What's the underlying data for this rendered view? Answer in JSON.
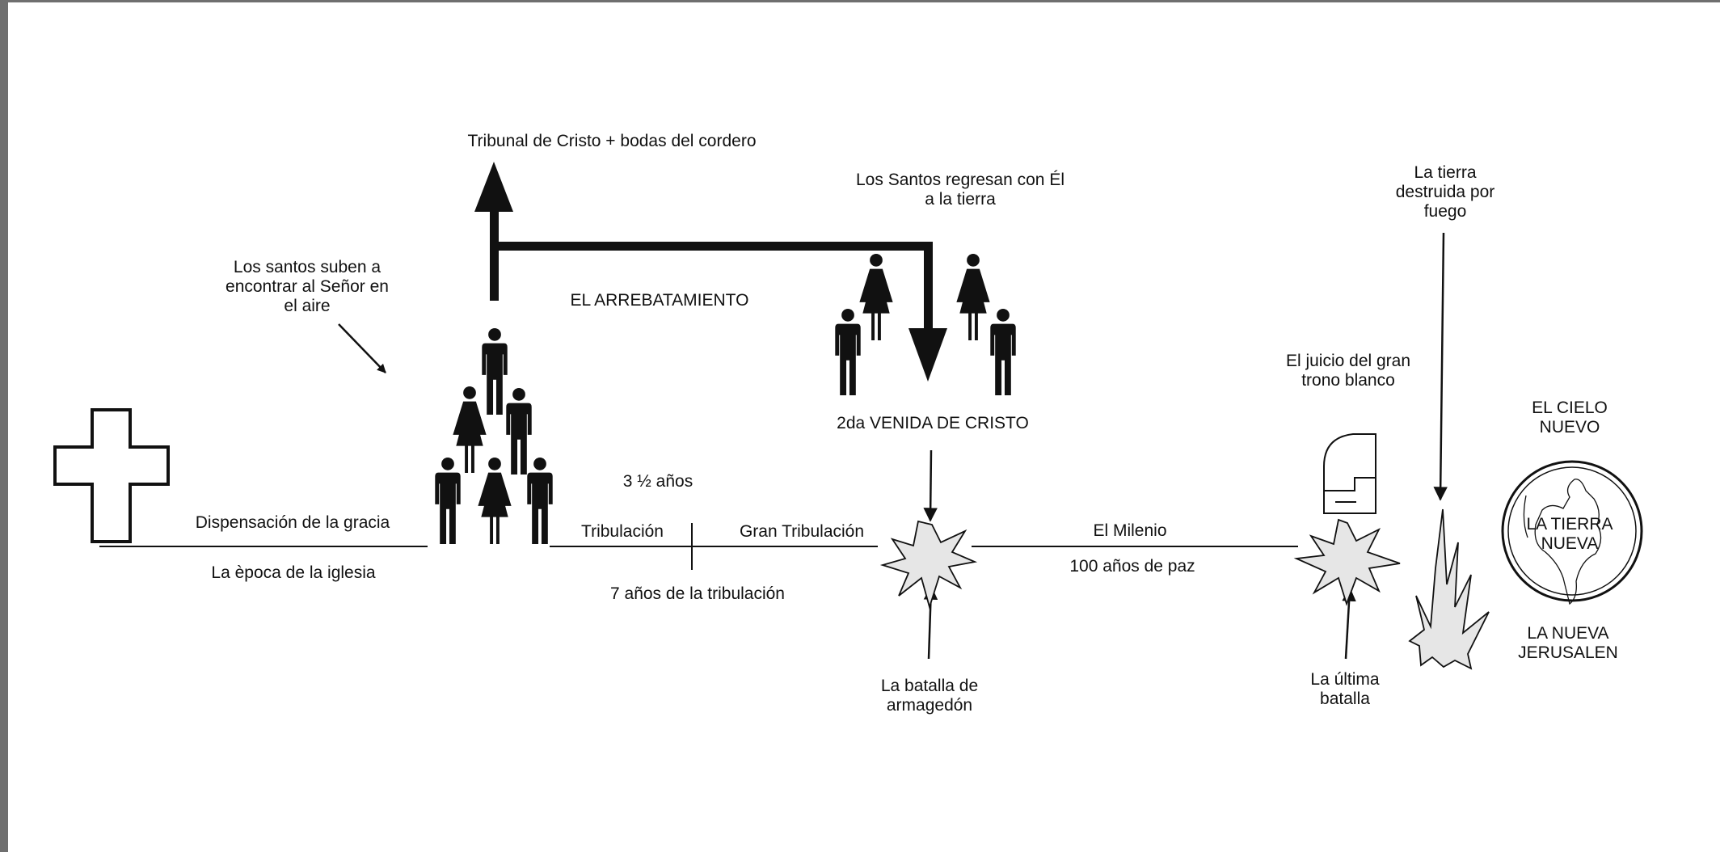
{
  "labels": {
    "tribunal": "Tribunal de Cristo + bodas del cordero",
    "santos_regresan": "Los Santos regresan con Él\na la tierra",
    "tierra_destruida": "La tierra\ndestruida por\nfuego",
    "santos_suben": "Los santos suben a\nencontrar al Señor en\nel aire",
    "arrebatamiento": "EL ARREBATAMIENTO",
    "juicio": "El juicio del gran\ntrono blanco",
    "segunda_venida": "2da VENIDA DE CRISTO",
    "cielo_nuevo": "EL CIELO\nNUEVO",
    "tres_anos": "3 ½ años",
    "dispensacion": "Dispensación de la gracia",
    "tribulacion": "Tribulación",
    "gran_tribulacion": "Gran Tribulación",
    "milenio": "El Milenio",
    "epoca_iglesia": "La època de la iglesia",
    "cien_anos": "100 años de paz",
    "siete_anos": "7 años de la tribulación",
    "tierra_nueva": "LA TIERRA\nNUEVA",
    "nueva_jerusalen": "LA NUEVA\nJERUSALEN",
    "batalla_armagedon": "La batalla de\narmagedón",
    "ultima_batalla": "La última\nbatalla"
  },
  "icons": {
    "cross": "cross-icon",
    "people_group": "people-group-icon",
    "explosion": "explosion-icon",
    "throne": "throne-icon",
    "fire": "fire-icon",
    "earth": "earth-globe-icon"
  },
  "colors": {
    "ink": "#111111",
    "burst_fill": "#e6e6e6",
    "paper": "#ffffff",
    "frame": "#6f6f6f"
  }
}
